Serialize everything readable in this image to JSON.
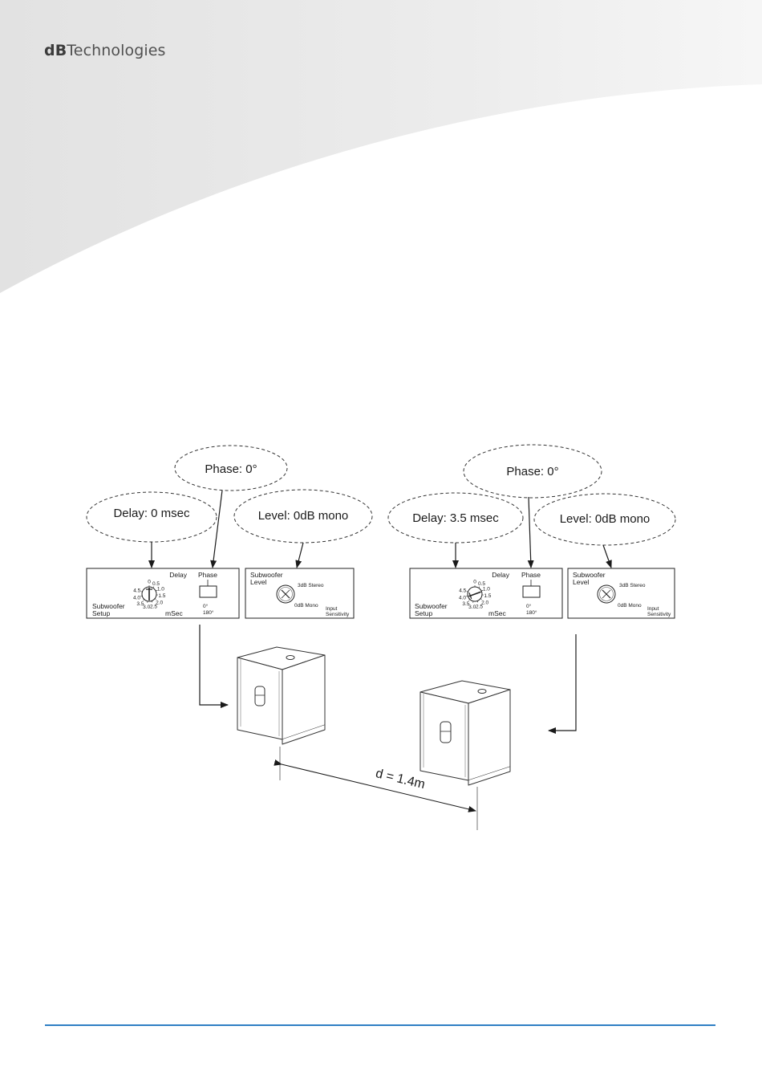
{
  "brand": {
    "prefix": "dB",
    "suffix": "Technologies"
  },
  "colors": {
    "accent": "#2f7fc4",
    "swoosh": "#e9e9e9"
  },
  "setups": [
    {
      "delay_label": "Delay: 0 msec",
      "phase_label": "Phase: 0°",
      "level_label": "Level: 0dB mono"
    },
    {
      "delay_label": "Delay: 3.5 msec",
      "phase_label": "Phase: 0°",
      "level_label": "Level: 0dB mono"
    }
  ],
  "panel": {
    "delay_title": "Delay",
    "phase_title": "Phase",
    "setup_line1": "Subwoofer",
    "setup_line2": "Setup",
    "unit": "mSec",
    "phase_0": "0°",
    "phase_180": "180°",
    "dial_ticks": [
      "0",
      "0.5",
      "1.0",
      "1.5",
      "2.0",
      "2.5",
      "3.0",
      "3.5",
      "4.0",
      "4.5"
    ]
  },
  "level_panel": {
    "title_line1": "Subwoofer",
    "title_line2": "Level",
    "stereo": "3dB Stereo",
    "mono": "0dB Mono",
    "sens_line1": "Input",
    "sens_line2": "Sensitivity"
  },
  "distance_label": "d = 1.4m"
}
